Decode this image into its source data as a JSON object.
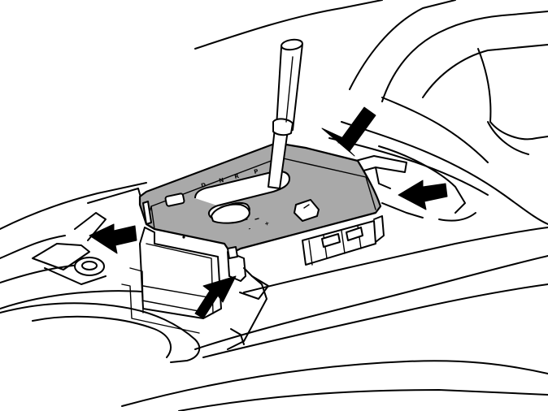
{
  "illustration": {
    "subject": "gear-selector-cover-removal",
    "colors": {
      "line": "#000000",
      "cover_plate": "#a9a9a9",
      "arrow": "#000000",
      "background": "#ffffff"
    },
    "cover_markings": [
      "P",
      "R",
      "N",
      "D",
      "-",
      "+"
    ],
    "arrows": [
      {
        "name": "front-left-arrow",
        "points_to": "left-clip"
      },
      {
        "name": "front-right-arrow",
        "points_to": "front-clip"
      },
      {
        "name": "rear-left-arrow",
        "points_to": "rear-clip"
      },
      {
        "name": "rear-right-arrow",
        "points_to": "right-clip"
      }
    ]
  }
}
